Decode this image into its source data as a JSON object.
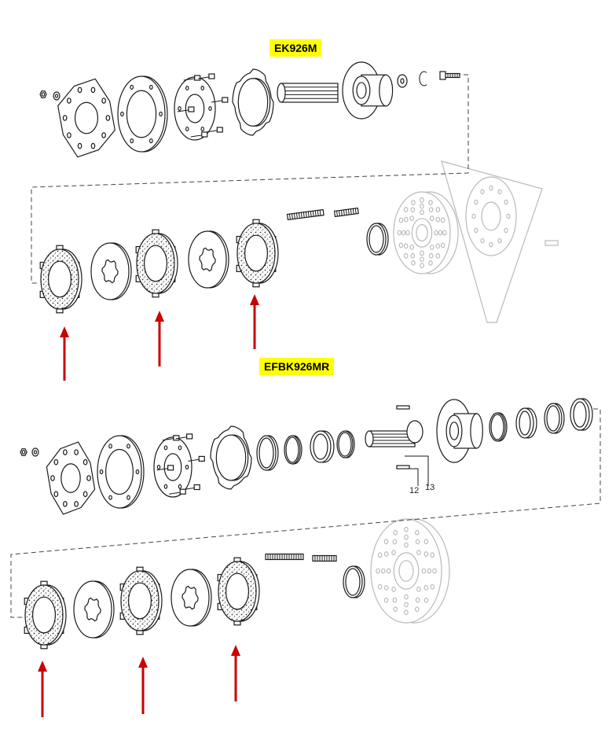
{
  "kits": [
    {
      "model": "EK926M"
    },
    {
      "model": "EFBK926MR"
    }
  ],
  "callouts": [
    "12",
    "13"
  ],
  "arrow_color": "#cc0000",
  "label_color": "#ffff00",
  "ghost_color": "#b9b9b9"
}
